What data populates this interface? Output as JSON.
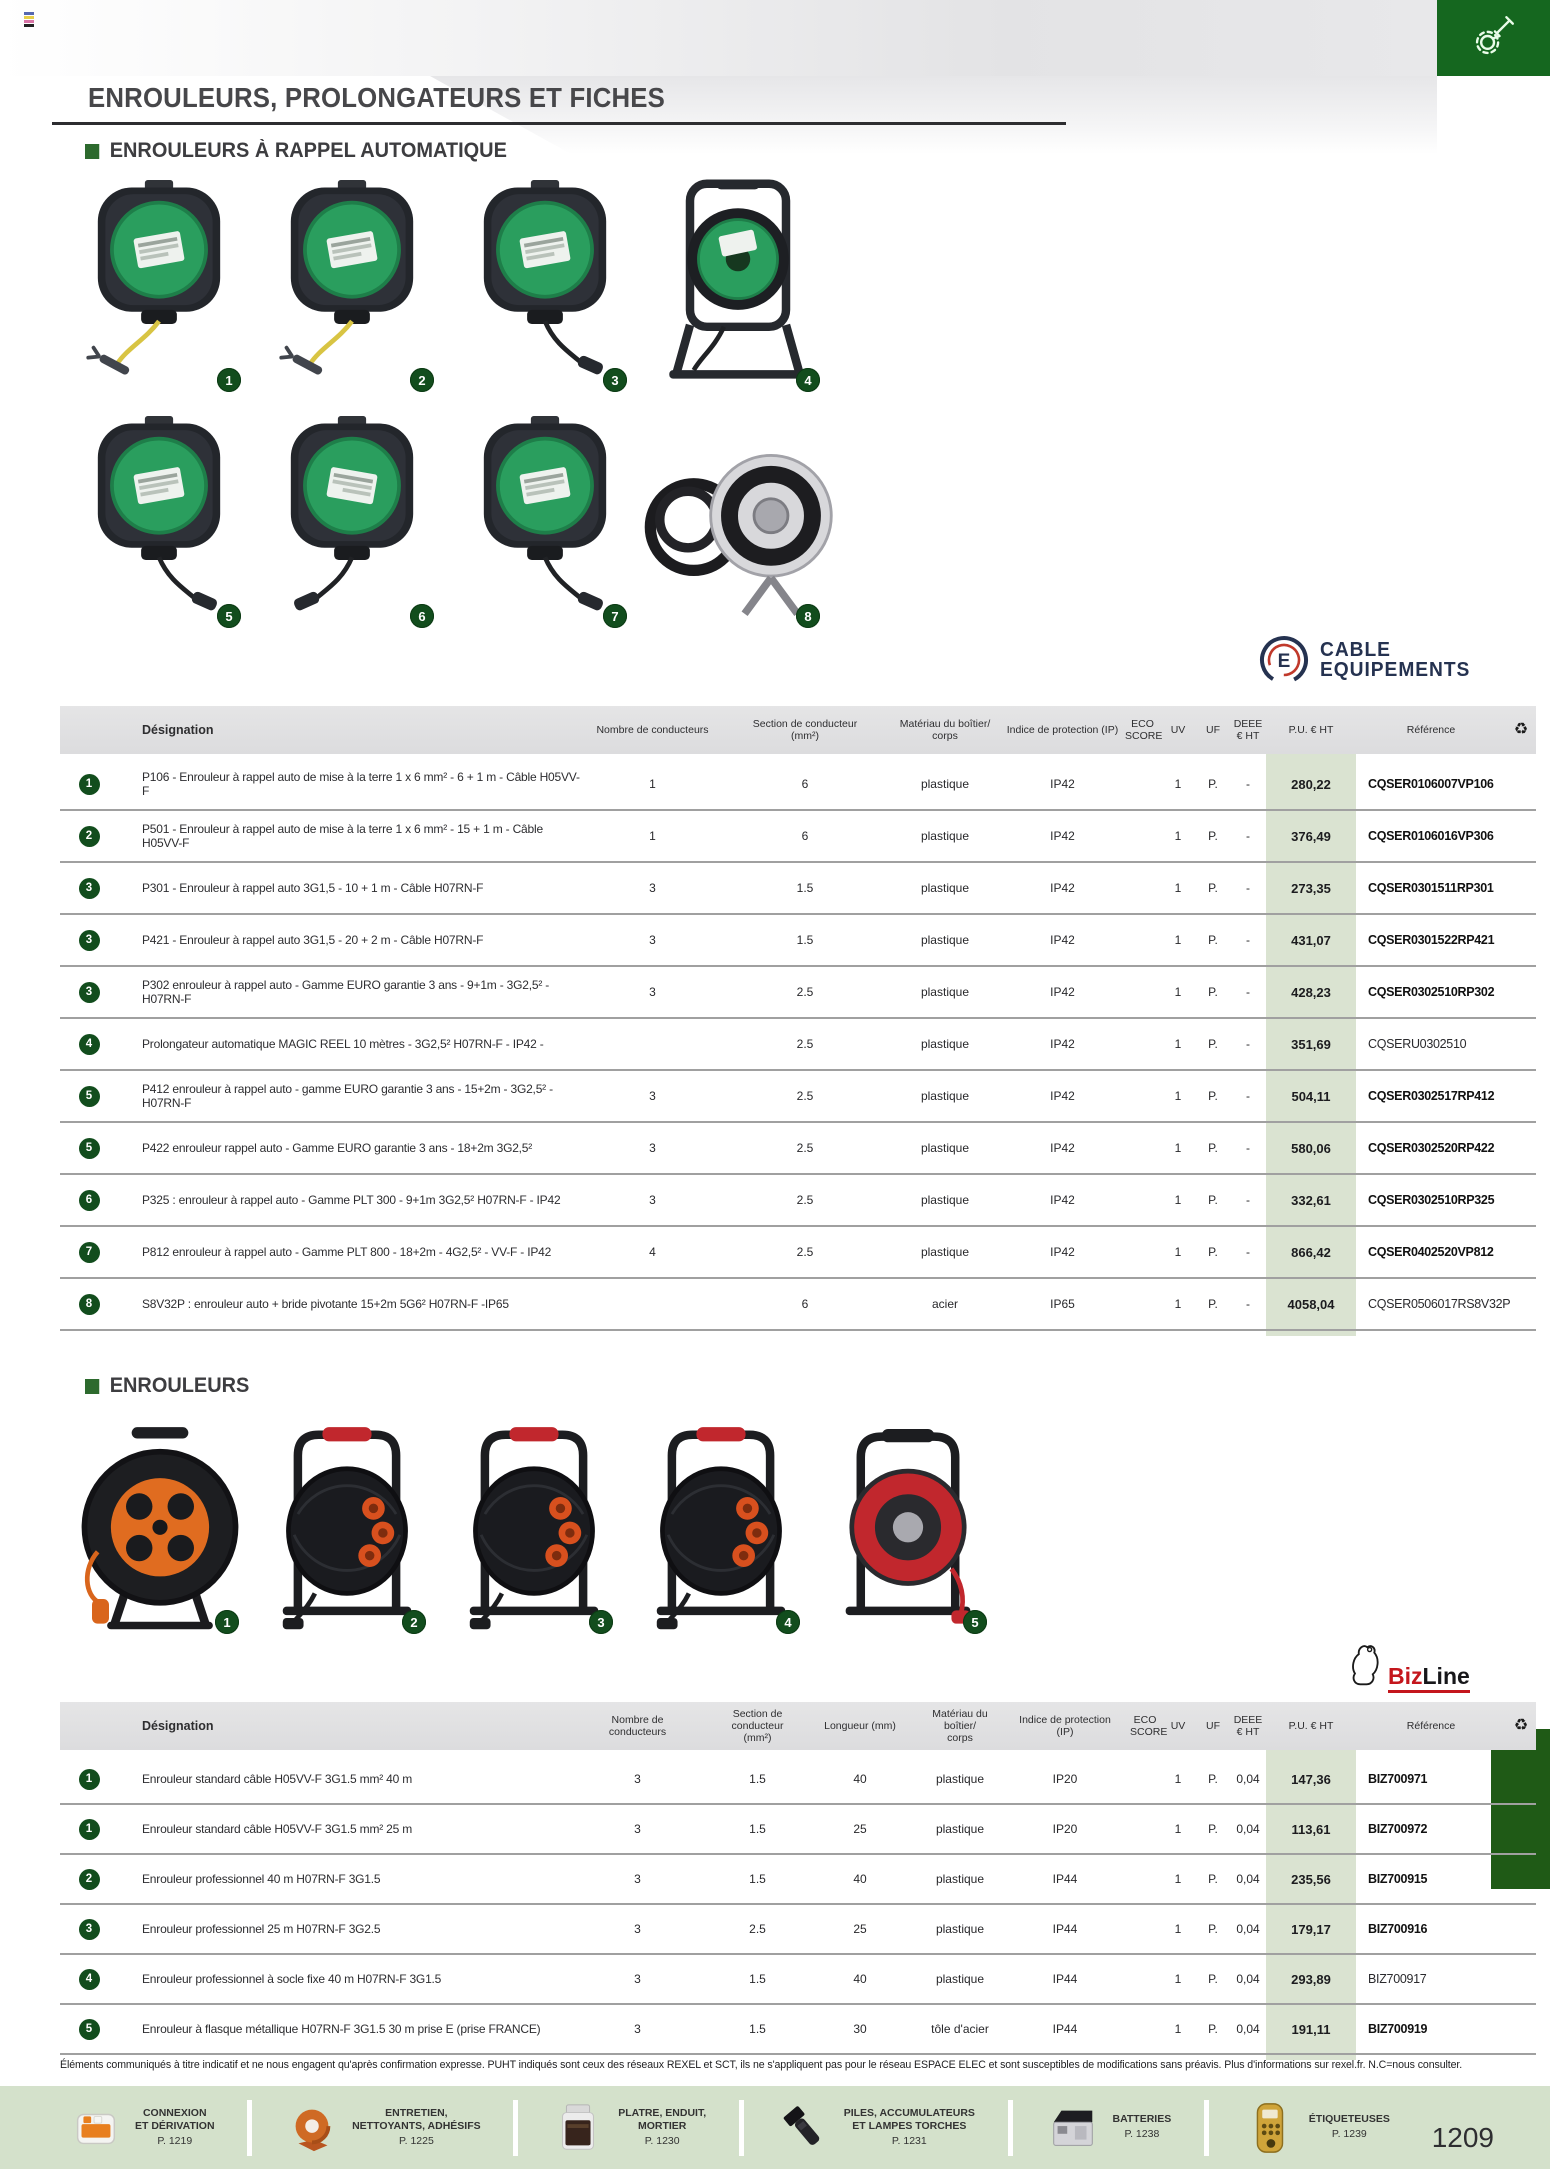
{
  "header": {
    "title": "ENROULEURS, PROLONGATEURS ET FICHES"
  },
  "sections": {
    "auto": {
      "heading": "ENROULEURS À RAPPEL AUTOMATIQUE",
      "products": [
        {
          "num": "1",
          "type": "auto-reel",
          "cable": "yellow-clamp"
        },
        {
          "num": "2",
          "type": "auto-reel",
          "cable": "yellow-clamp"
        },
        {
          "num": "3",
          "type": "auto-reel",
          "cable": "black-plug"
        },
        {
          "num": "4",
          "type": "cart-reel"
        },
        {
          "num": "5",
          "type": "auto-reel",
          "cable": "black-plug"
        },
        {
          "num": "6",
          "type": "auto-reel",
          "cable": "black-plug",
          "flip": true
        },
        {
          "num": "7",
          "type": "auto-reel",
          "cable": "black-plug"
        },
        {
          "num": "8",
          "type": "open-reel"
        }
      ]
    },
    "std": {
      "heading": "ENROULEURS",
      "products": [
        {
          "num": "1",
          "type": "drum-face"
        },
        {
          "num": "2",
          "type": "drum-side"
        },
        {
          "num": "3",
          "type": "drum-side"
        },
        {
          "num": "4",
          "type": "drum-side"
        },
        {
          "num": "5",
          "type": "drum-red"
        }
      ]
    }
  },
  "brands": {
    "cable_equipements": {
      "monogram": "E",
      "line1": "CABLE",
      "line2": "EQUIPEMENTS"
    },
    "bizline": {
      "text_red": "Biz",
      "text_dark": "Line"
    }
  },
  "table_auto": {
    "columns": [
      "",
      "Désignation",
      "Nombre de conducteurs",
      "Section de conducteur\n(mm²)",
      "Matériau du boîtier/\ncorps",
      "Indice de protection (IP)",
      "ECO\nSCORE",
      "UV",
      "UF",
      "DEEE\n€ HT",
      "P.U. € HT",
      "Référence",
      "♻"
    ],
    "rows": [
      {
        "badge": "1",
        "designation": "P106 - Enrouleur à rappel auto de mise à la terre 1 x 6 mm² - 6 + 1 m - Câble H05VV-F",
        "conducteurs": "1",
        "section": "6",
        "materiau": "plastique",
        "ip": "IP42",
        "eco": "",
        "uv": "1",
        "uf": "P.",
        "deee": "-",
        "pu": "280,22",
        "ref": "CQSER0106007VP106",
        "ref_bold": true
      },
      {
        "badge": "2",
        "designation": "P501 - Enrouleur à rappel auto de mise à la terre 1 x 6 mm² - 15 + 1 m  - Câble H05VV-F",
        "conducteurs": "1",
        "section": "6",
        "materiau": "plastique",
        "ip": "IP42",
        "eco": "",
        "uv": "1",
        "uf": "P.",
        "deee": "-",
        "pu": "376,49",
        "ref": "CQSER0106016VP306",
        "ref_bold": true
      },
      {
        "badge": "3",
        "designation": "P301 - Enrouleur à rappel auto 3G1,5 - 10 + 1 m - Câble H07RN-F",
        "conducteurs": "3",
        "section": "1.5",
        "materiau": "plastique",
        "ip": "IP42",
        "eco": "",
        "uv": "1",
        "uf": "P.",
        "deee": "-",
        "pu": "273,35",
        "ref": "CQSER0301511RP301",
        "ref_bold": true
      },
      {
        "badge": "3",
        "designation": "P421 - Enrouleur à rappel auto 3G1,5 - 20 + 2 m - Câble H07RN-F",
        "conducteurs": "3",
        "section": "1.5",
        "materiau": "plastique",
        "ip": "IP42",
        "eco": "",
        "uv": "1",
        "uf": "P.",
        "deee": "-",
        "pu": "431,07",
        "ref": "CQSER0301522RP421",
        "ref_bold": true
      },
      {
        "badge": "3",
        "designation": "P302 enrouleur à rappel auto - Gamme EURO garantie 3 ans - 9+1m - 3G2,5² - H07RN-F",
        "conducteurs": "3",
        "section": "2.5",
        "materiau": "plastique",
        "ip": "IP42",
        "eco": "",
        "uv": "1",
        "uf": "P.",
        "deee": "-",
        "pu": "428,23",
        "ref": "CQSER0302510RP302",
        "ref_bold": true
      },
      {
        "badge": "4",
        "designation": "Prolongateur automatique MAGIC REEL 10 mètres - 3G2,5² H07RN-F - IP42 -",
        "conducteurs": "",
        "section": "2.5",
        "materiau": "plastique",
        "ip": "IP42",
        "eco": "",
        "uv": "1",
        "uf": "P.",
        "deee": "-",
        "pu": "351,69",
        "ref": "CQSERU0302510",
        "ref_bold": false
      },
      {
        "badge": "5",
        "designation": "P412 enrouleur à rappel auto - gamme EURO garantie 3 ans - 15+2m - 3G2,5² - H07RN-F",
        "conducteurs": "3",
        "section": "2.5",
        "materiau": "plastique",
        "ip": "IP42",
        "eco": "",
        "uv": "1",
        "uf": "P.",
        "deee": "-",
        "pu": "504,11",
        "ref": "CQSER0302517RP412",
        "ref_bold": true
      },
      {
        "badge": "5",
        "designation": "P422 enrouleur rappel auto - Gamme EURO garantie 3 ans - 18+2m 3G2,5²",
        "conducteurs": "3",
        "section": "2.5",
        "materiau": "plastique",
        "ip": "IP42",
        "eco": "",
        "uv": "1",
        "uf": "P.",
        "deee": "-",
        "pu": "580,06",
        "ref": "CQSER0302520RP422",
        "ref_bold": true
      },
      {
        "badge": "6",
        "designation": "P325 : enrouleur à rappel auto - Gamme PLT 300 - 9+1m 3G2,5² H07RN-F - IP42",
        "conducteurs": "3",
        "section": "2.5",
        "materiau": "plastique",
        "ip": "IP42",
        "eco": "",
        "uv": "1",
        "uf": "P.",
        "deee": "-",
        "pu": "332,61",
        "ref": "CQSER0302510RP325",
        "ref_bold": true
      },
      {
        "badge": "7",
        "designation": "P812 enrouleur à rappel auto - Gamme PLT 800 - 18+2m - 4G2,5² - VV-F - IP42",
        "conducteurs": "4",
        "section": "2.5",
        "materiau": "plastique",
        "ip": "IP42",
        "eco": "",
        "uv": "1",
        "uf": "P.",
        "deee": "-",
        "pu": "866,42",
        "ref": "CQSER0402520VP812",
        "ref_bold": true
      },
      {
        "badge": "8",
        "designation": "S8V32P : enrouleur auto + bride pivotante 15+2m 5G6²  H07RN-F -IP65",
        "conducteurs": "",
        "section": "6",
        "materiau": "acier",
        "ip": "IP65",
        "eco": "",
        "uv": "1",
        "uf": "P.",
        "deee": "-",
        "pu": "4058,04",
        "ref": "CQSER0506017RS8V32P",
        "ref_bold": false
      }
    ]
  },
  "table_std": {
    "columns": [
      "",
      "Désignation",
      "Nombre de\nconducteurs",
      "Section de conducteur\n(mm²)",
      "Longueur (mm)",
      "Matériau du boîtier/\ncorps",
      "Indice de protection\n(IP)",
      "ECO\nSCORE",
      "UV",
      "UF",
      "DEEE\n€ HT",
      "P.U. € HT",
      "Référence",
      "♻"
    ],
    "rows": [
      {
        "badge": "1",
        "designation": "Enrouleur standard câble H05VV-F 3G1.5 mm² 40 m",
        "conducteurs": "3",
        "section": "1.5",
        "longueur": "40",
        "materiau": "plastique",
        "ip": "IP20",
        "eco": "",
        "uv": "1",
        "uf": "P.",
        "deee": "0,04",
        "pu": "147,36",
        "ref": "BIZ700971",
        "ref_bold": true
      },
      {
        "badge": "1",
        "designation": "Enrouleur standard câble H05VV-F 3G1.5 mm² 25 m",
        "conducteurs": "3",
        "section": "1.5",
        "longueur": "25",
        "materiau": "plastique",
        "ip": "IP20",
        "eco": "",
        "uv": "1",
        "uf": "P.",
        "deee": "0,04",
        "pu": "113,61",
        "ref": "BIZ700972",
        "ref_bold": true
      },
      {
        "badge": "2",
        "designation": "Enrouleur professionnel 40 m H07RN-F 3G1.5",
        "conducteurs": "3",
        "section": "1.5",
        "longueur": "40",
        "materiau": "plastique",
        "ip": "IP44",
        "eco": "",
        "uv": "1",
        "uf": "P.",
        "deee": "0,04",
        "pu": "235,56",
        "ref": "BIZ700915",
        "ref_bold": true
      },
      {
        "badge": "3",
        "designation": "Enrouleur professionnel 25 m H07RN-F 3G2.5",
        "conducteurs": "3",
        "section": "2.5",
        "longueur": "25",
        "materiau": "plastique",
        "ip": "IP44",
        "eco": "",
        "uv": "1",
        "uf": "P.",
        "deee": "0,04",
        "pu": "179,17",
        "ref": "BIZ700916",
        "ref_bold": true
      },
      {
        "badge": "4",
        "designation": "Enrouleur professionnel à socle fixe 40 m H07RN-F 3G1.5",
        "conducteurs": "3",
        "section": "1.5",
        "longueur": "40",
        "materiau": "plastique",
        "ip": "IP44",
        "eco": "",
        "uv": "1",
        "uf": "P.",
        "deee": "0,04",
        "pu": "293,89",
        "ref": "BIZ700917",
        "ref_bold": false
      },
      {
        "badge": "5",
        "designation": "Enrouleur à flasque métallique H07RN-F 3G1.5 30 m prise E (prise FRANCE)",
        "conducteurs": "3",
        "section": "1.5",
        "longueur": "30",
        "materiau": "tôle d'acier",
        "ip": "IP44",
        "eco": "",
        "uv": "1",
        "uf": "P.",
        "deee": "0,04",
        "pu": "191,11",
        "ref": "BIZ700919",
        "ref_bold": true
      }
    ]
  },
  "footer": {
    "disclaimer": "Éléments communiqués à titre indicatif et ne nous engagent qu'après confirmation expresse. PUHT indiqués sont ceux des réseaux REXEL et SCT, ils ne s'appliquent pas pour le réseau ESPACE ELEC et sont susceptibles de modifications sans préavis. Plus d'informations sur rexel.fr. N.C=nous consulter.",
    "links": [
      {
        "label": "CONNEXION\nET DÉRIVATION",
        "page": "P. 1219",
        "icon": "connector-icon"
      },
      {
        "label": "ENTRETIEN,\nNETTOYANTS, ADHÉSIFS",
        "page": "P. 1225",
        "icon": "tape-roll-icon"
      },
      {
        "label": "PLATRE, ENDUIT,\nMORTIER",
        "page": "P. 1230",
        "icon": "jar-icon"
      },
      {
        "label": "PILES, ACCUMULATEURS\nET LAMPES TORCHES",
        "page": "P. 1231",
        "icon": "flashlight-icon"
      },
      {
        "label": "BATTERIES",
        "page": "P. 1238",
        "icon": "battery-icon"
      },
      {
        "label": "ÉTIQUETEUSES",
        "page": "P. 1239",
        "icon": "label-maker-icon"
      }
    ],
    "page_number": "1209"
  }
}
